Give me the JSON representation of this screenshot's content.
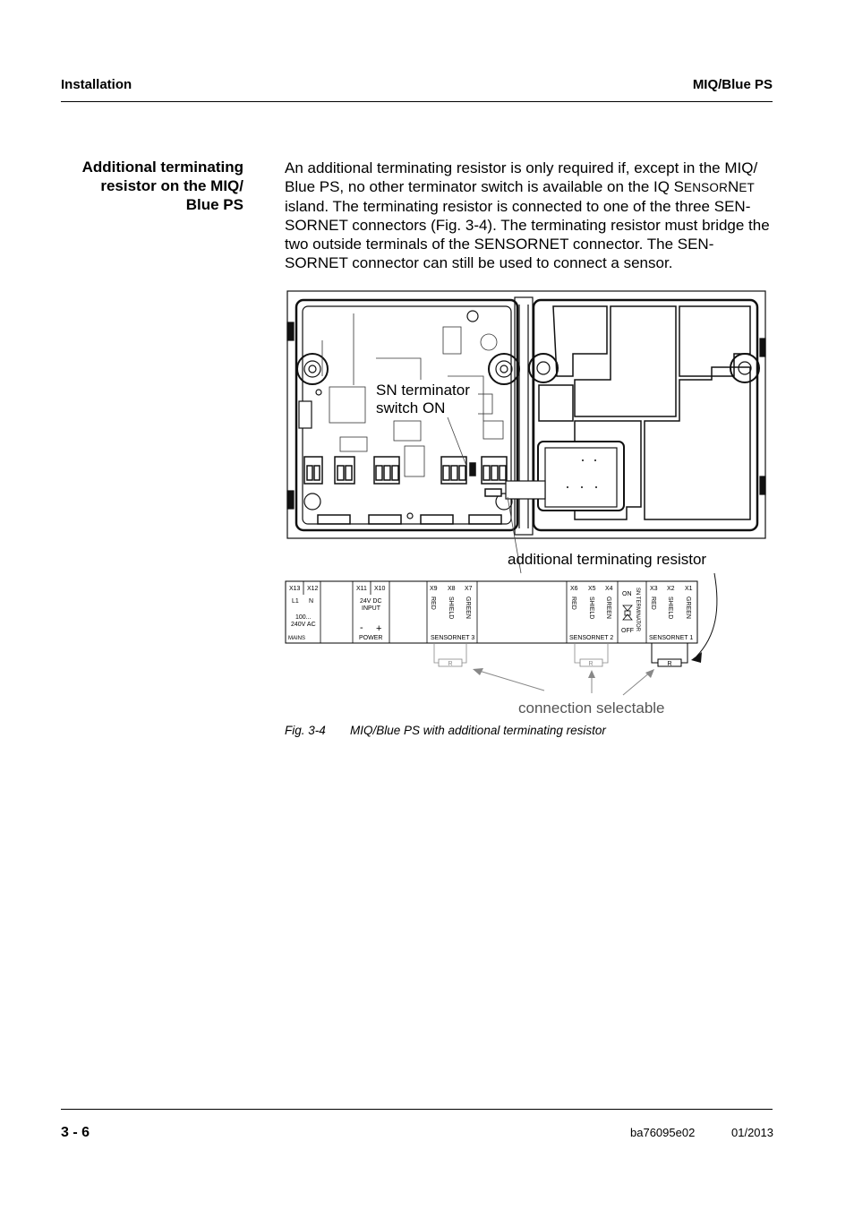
{
  "header": {
    "section": "Installation",
    "product": "MIQ/Blue PS"
  },
  "side_heading": [
    "Additional terminating",
    "resistor on the MIQ/",
    "Blue PS"
  ],
  "body": {
    "part1": "An additional terminating resistor is only required if, except in the MIQ/ Blue PS, no other terminator switch is available on the IQ ",
    "sc_s": "S",
    "sc_ensor": "ENSOR",
    "sc_n": "N",
    "sc_et": "ET",
    "part2": " island. The terminating resistor is connected to one of the three SEN-SORNET connectors (Fig. 3-4). The terminating resistor must bridge the two outside terminals of the SENSORNET connector. The SEN-SORNET connector can still be used to connect a sensor."
  },
  "figure": {
    "callout_switch_line1": "SN terminator",
    "callout_switch_line2": "switch ON",
    "callout_resistor": "additional terminating resistor",
    "callout_selectable": "connection selectable",
    "terminal": {
      "mains": {
        "x13": "X13",
        "x12": "X12",
        "l1": "L1",
        "n": "N",
        "range1": "100...",
        "range2": "240V AC",
        "label": "MAINS"
      },
      "power": {
        "x11": "X11",
        "x10": "X10",
        "in1": "24V DC",
        "in2": "INPUT",
        "minus": "-",
        "plus": "+",
        "label": "POWER"
      },
      "sn3": {
        "x9": "X9",
        "x8": "X8",
        "x7": "X7",
        "red": "RED",
        "shield": "SHIELD",
        "green": "GREEN",
        "label": "SENSORNET 3"
      },
      "sn2": {
        "x6": "X6",
        "x5": "X5",
        "x4": "X4",
        "red": "RED",
        "shield": "SHIELD",
        "green": "GREEN",
        "label": "SENSORNET 2"
      },
      "switch": {
        "on": "ON",
        "off": "OFF",
        "label": "SN TERMINATOR"
      },
      "sn1": {
        "x3": "X3",
        "x2": "X2",
        "x1": "X1",
        "red": "RED",
        "shield": "SHIELD",
        "green": "GREEN",
        "label": "SENSORNET 1"
      },
      "resistor": "R"
    }
  },
  "caption": {
    "number": "Fig. 3-4",
    "text": "MIQ/Blue PS with additional terminating resistor"
  },
  "footer": {
    "page": "3 - 6",
    "doc": "ba76095e02",
    "date": "01/2013"
  }
}
